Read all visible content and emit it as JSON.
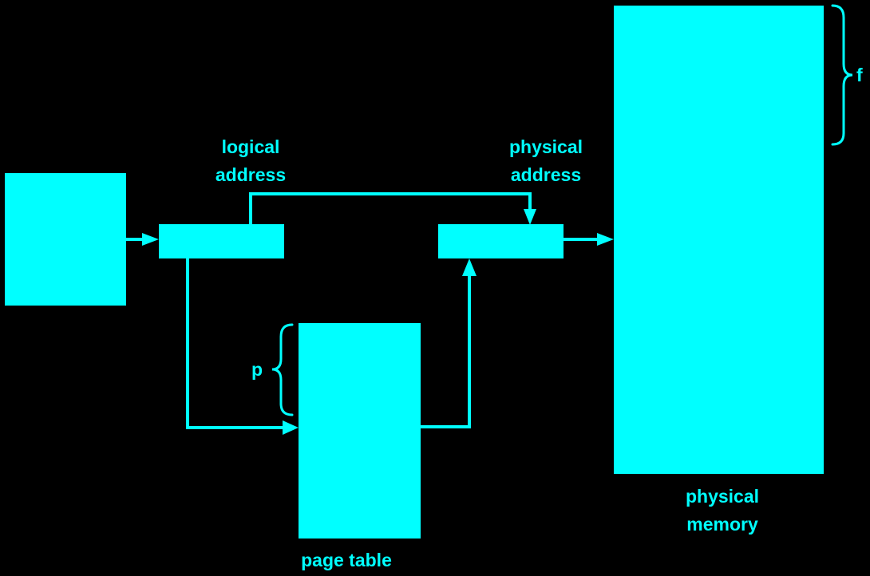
{
  "colors": {
    "background": "#000000",
    "accent": "#00FFFF"
  },
  "labels": {
    "logical_address_line1": "logical",
    "logical_address_line2": "address",
    "physical_address_line1": "physical",
    "physical_address_line2": "address",
    "page_index": "p",
    "frame_index": "f",
    "page_table": "page table",
    "physical_memory_line1": "physical",
    "physical_memory_line2": "memory"
  }
}
